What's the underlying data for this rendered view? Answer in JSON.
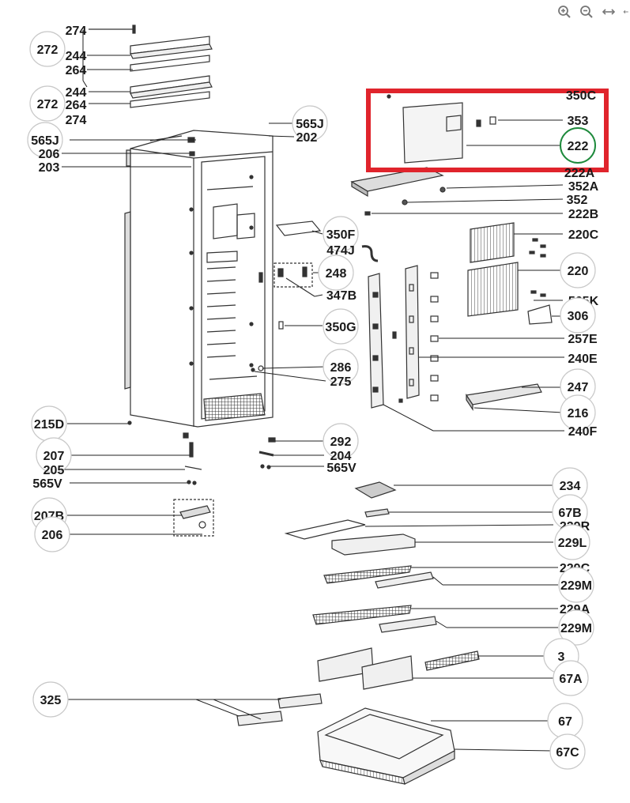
{
  "toolbar": {
    "buttons": [
      {
        "name": "zoom-in-icon"
      },
      {
        "name": "zoom-out-icon"
      },
      {
        "name": "fit-width-icon"
      },
      {
        "name": "collapse-icon"
      }
    ]
  },
  "diagram": {
    "labels": {
      "l274a": "274",
      "l272a": "272",
      "l244a": "244",
      "l264a": "264",
      "l244b": "244",
      "l272b": "272",
      "l264b": "264",
      "l274b": "274",
      "l565ja": "565J",
      "l202": "202",
      "l565jb": "565J",
      "l206a": "206",
      "l203": "203",
      "l350c": "350C",
      "l353": "353",
      "l222": "222",
      "l222a": "222A",
      "l352a": "352A",
      "l352": "352",
      "l222b": "222B",
      "l220c": "220C",
      "l350f": "350F",
      "l474j": "474J",
      "l248": "248",
      "l347b": "347B",
      "l220": "220",
      "l565k": "565K",
      "l306": "306",
      "l350g": "350G",
      "l257e": "257E",
      "l240e": "240E",
      "l286": "286",
      "l275": "275",
      "l247": "247",
      "l216": "216",
      "l215d": "215D",
      "l240f": "240F",
      "l292": "292",
      "l207a": "207",
      "l204": "204",
      "l205": "205",
      "l565va": "565V",
      "l565vb": "565V",
      "l234": "234",
      "l67b": "67B",
      "l207b": "207B",
      "l229r": "229R",
      "l206b": "206",
      "l229l": "229L",
      "l229c": "229C",
      "l229ma": "229M",
      "l229a": "229A",
      "l229mb": "229M",
      "l3": "3",
      "l67a": "67A",
      "l325": "325",
      "l67": "67",
      "l67c": "67C"
    },
    "highlight_color": "#e0242c",
    "circle_highlight_color": "#1e8a3c"
  }
}
